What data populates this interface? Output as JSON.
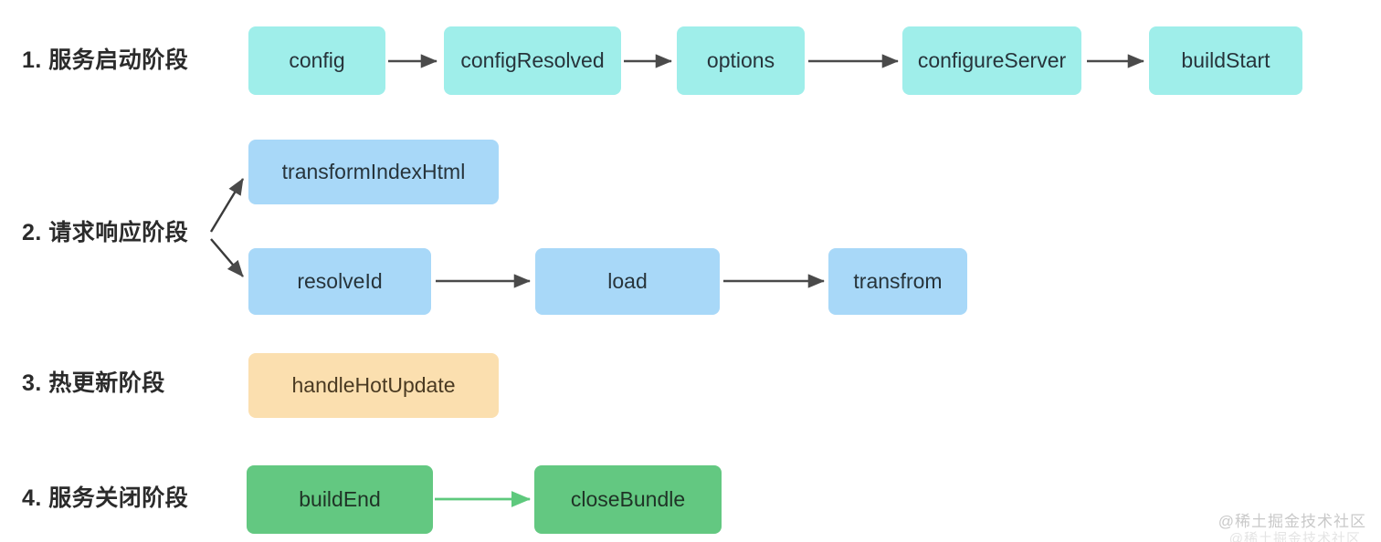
{
  "diagram": {
    "title_watermark": "@稀土掘金技术社区",
    "stages": [
      {
        "id": "startup",
        "label": "1. 服务启动阶段",
        "color": "#9FEEEA",
        "nodes": [
          "config",
          "configResolved",
          "options",
          "configureServer",
          "buildStart"
        ]
      },
      {
        "id": "request-response",
        "label": "2. 请求响应阶段",
        "color": "#A8D8F8",
        "nodes": [
          "transformIndexHtml",
          "resolveId",
          "load",
          "transfrom"
        ]
      },
      {
        "id": "hot-update",
        "label": "3. 热更新阶段",
        "color": "#FBDFAF",
        "nodes": [
          "handleHotUpdate"
        ]
      },
      {
        "id": "shutdown",
        "label": "4. 服务关闭阶段",
        "color": "#63C881",
        "nodes": [
          "buildEnd",
          "closeBundle"
        ]
      }
    ],
    "nodes": {
      "config": "config",
      "configResolved": "configResolved",
      "options": "options",
      "configureServer": "configureServer",
      "buildStart": "buildStart",
      "transformIndexHtml": "transformIndexHtml",
      "resolveId": "resolveId",
      "load": "load",
      "transfrom": "transfrom",
      "handleHotUpdate": "handleHotUpdate",
      "buildEnd": "buildEnd",
      "closeBundle": "closeBundle"
    },
    "labels": {
      "stage1": "1. 服务启动阶段",
      "stage2": "2. 请求响应阶段",
      "stage3": "3. 热更新阶段",
      "stage4": "4. 服务关闭阶段"
    },
    "arrow_colors": {
      "default": "#4a4a4a",
      "shutdown": "#5ec97d"
    }
  }
}
